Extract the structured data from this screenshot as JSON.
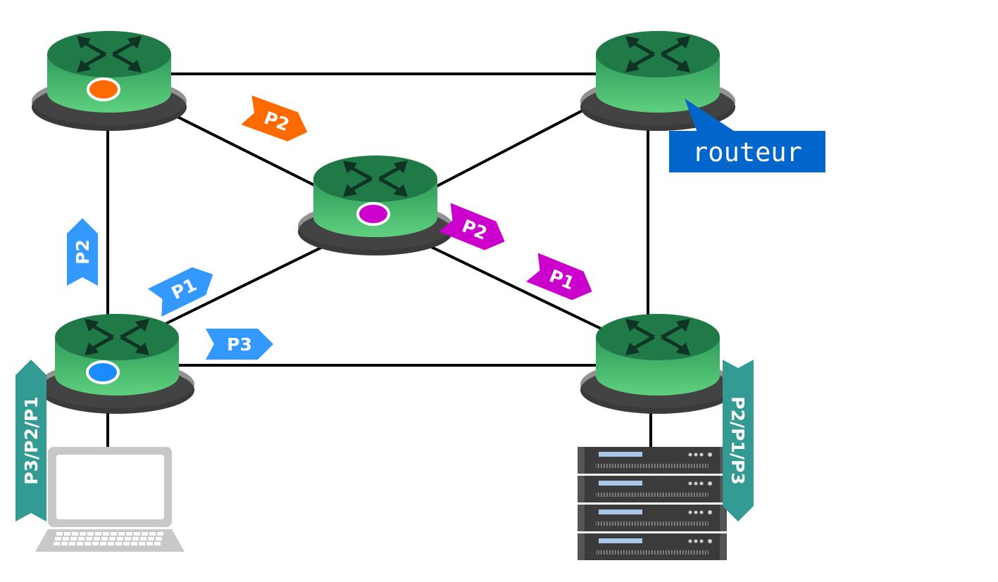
{
  "colors": {
    "background": "#ffffff",
    "link": "#000000",
    "router_top": "#1f7a47",
    "router_side_top": "#2e9b5a",
    "router_side_bottom": "#5fd07e",
    "router_base": "#3a3a3a",
    "arrow_glyph": "#0f3324",
    "orange": "#ff6a00",
    "blue": "#3399ff",
    "blue_dot": "#1a8cff",
    "magenta": "#cc00cc",
    "teal": "#339a94",
    "callout": "#0066cc",
    "laptop": "#c8c8c8",
    "server": "#3b3b3b"
  },
  "routers": [
    {
      "id": "r-top-left",
      "marker": "orange"
    },
    {
      "id": "r-top-right",
      "marker": ""
    },
    {
      "id": "r-center",
      "marker": "magenta"
    },
    {
      "id": "r-bottom-left",
      "marker": "blue_dot"
    },
    {
      "id": "r-bottom-right",
      "marker": ""
    }
  ],
  "links": [
    [
      "r-top-left",
      "r-top-right"
    ],
    [
      "r-top-left",
      "r-center"
    ],
    [
      "r-top-left",
      "r-bottom-left"
    ],
    [
      "r-top-right",
      "r-center"
    ],
    [
      "r-top-right",
      "r-bottom-right"
    ],
    [
      "r-center",
      "r-bottom-left"
    ],
    [
      "r-center",
      "r-bottom-right"
    ],
    [
      "r-bottom-left",
      "r-bottom-right"
    ],
    [
      "r-bottom-left",
      "laptop"
    ],
    [
      "r-bottom-right",
      "server"
    ]
  ],
  "packets": [
    {
      "id": "pkt-orange-p2",
      "label": "P2",
      "color": "orange"
    },
    {
      "id": "pkt-blue-p2-up",
      "label": "P2",
      "color": "blue"
    },
    {
      "id": "pkt-blue-p1",
      "label": "P1",
      "color": "blue"
    },
    {
      "id": "pkt-blue-p3",
      "label": "P3",
      "color": "blue"
    },
    {
      "id": "pkt-magenta-p2",
      "label": "P2",
      "color": "magenta"
    },
    {
      "id": "pkt-magenta-p1",
      "label": "P1",
      "color": "magenta"
    },
    {
      "id": "pkt-laptop-stream",
      "label": "P3/P2/P1",
      "color": "teal"
    },
    {
      "id": "pkt-server-stream",
      "label": "P2/P1/P3",
      "color": "teal"
    }
  ],
  "callout": {
    "label": "routeur"
  },
  "devices": {
    "laptop": "laptop-icon",
    "server": "server-rack-icon",
    "server_units": 4
  }
}
